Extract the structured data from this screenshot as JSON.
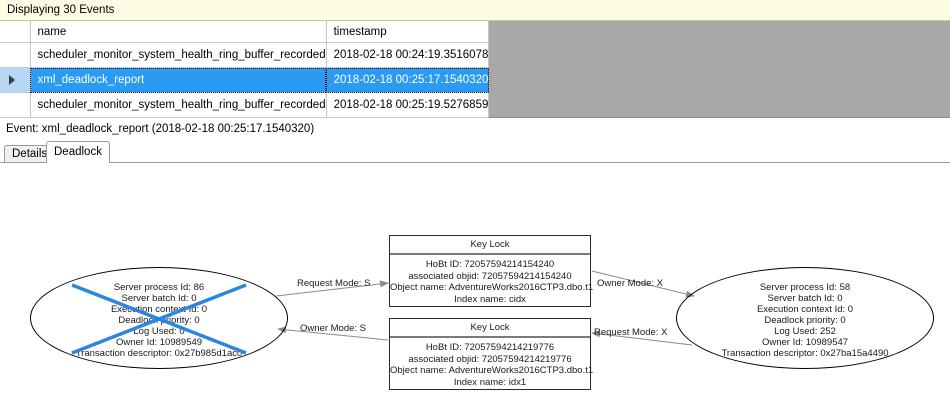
{
  "banner": {
    "status_text": "Displaying 30 Events"
  },
  "events_grid": {
    "columns": [
      "name",
      "timestamp"
    ],
    "rows": [
      {
        "selected": false,
        "name": "scheduler_monitor_system_health_ring_buffer_recorded",
        "timestamp": "2018-02-18 00:24:19.3516078"
      },
      {
        "selected": true,
        "name": "xml_deadlock_report",
        "timestamp": "2018-02-18 00:25:17.1540320"
      },
      {
        "selected": false,
        "name": "scheduler_monitor_system_health_ring_buffer_recorded",
        "timestamp": "2018-02-18 00:25:19.5276859"
      }
    ],
    "row_indicator_icon": "row-selector-triangle-icon",
    "selection_color": "#2a9af3",
    "empty_area_color": "#a8a8a8"
  },
  "event_detail": {
    "caption": "Event: xml_deadlock_report (2018-02-18 00:25:17.1540320)",
    "tabs": [
      {
        "label": "Details",
        "active": false
      },
      {
        "label": "Deadlock",
        "active": true
      }
    ]
  },
  "deadlock_graph": {
    "victim_cross_color": "#2a86e0",
    "processes": [
      {
        "id": "process-left",
        "is_victim": true,
        "lines": [
          "Server process Id: 86",
          "Server batch Id: 0",
          "Execution context Id: 0",
          "Deadlock priority: 0",
          "Log Used: 0",
          "Owner Id: 10989549",
          "Transaction descriptor: 0x27b985d1ac0"
        ]
      },
      {
        "id": "process-right",
        "is_victim": false,
        "lines": [
          "Server process Id: 58",
          "Server batch Id: 0",
          "Execution context Id: 0",
          "Deadlock priority: 0",
          "Log Used: 252",
          "Owner Id: 10989547",
          "Transaction descriptor: 0x27ba15a4490"
        ]
      }
    ],
    "resources": [
      {
        "id": "keylock-top",
        "title": "Key Lock",
        "lines": [
          "HoBt ID: 72057594214154240",
          "associated objid: 72057594214154240",
          "Object name: AdventureWorks2016CTP3.dbo.t1",
          "Index name: cidx"
        ]
      },
      {
        "id": "keylock-bottom",
        "title": "Key Lock",
        "lines": [
          "HoBt ID: 72057594214219776",
          "associated objid: 72057594214219776",
          "Object name: AdventureWorks2016CTP3.dbo.t1",
          "Index name: idx1"
        ]
      }
    ],
    "edges": [
      {
        "id": "edge-request-s",
        "label": "Request Mode: S",
        "from": "process-left",
        "to": "keylock-top"
      },
      {
        "id": "edge-owner-x",
        "label": "Owner Mode: X",
        "from": "keylock-top",
        "to": "process-right"
      },
      {
        "id": "edge-owner-s",
        "label": "Owner Mode: S",
        "from": "keylock-bottom",
        "to": "process-left"
      },
      {
        "id": "edge-request-x",
        "label": "Request Mode: X",
        "from": "process-right",
        "to": "keylock-bottom"
      }
    ]
  }
}
